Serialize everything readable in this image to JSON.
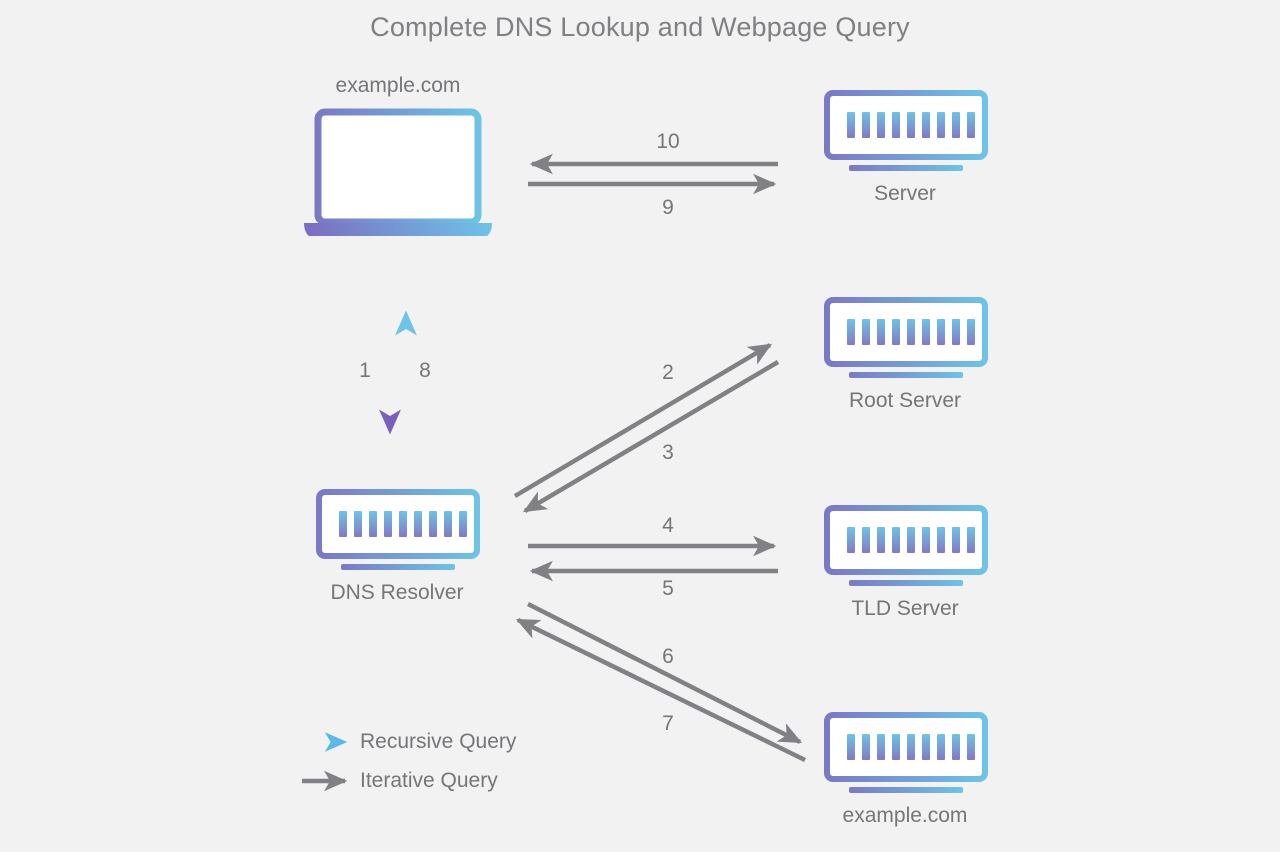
{
  "page": {
    "title": "Complete DNS Lookup and Webpage Query",
    "background_color": "#f2f2f2",
    "text_color": "#75757a",
    "gradient_start": "#7b79c4",
    "gradient_end": "#6ec3e6",
    "arrow_gray": "#808085"
  },
  "nodes": [
    {
      "id": "client",
      "label": "example.com",
      "icon": "laptop-icon",
      "label_position": "above"
    },
    {
      "id": "server",
      "label": "Server",
      "icon": "server-icon",
      "label_position": "below"
    },
    {
      "id": "root-server",
      "label": "Root Server",
      "icon": "server-icon",
      "label_position": "below"
    },
    {
      "id": "dns-resolver",
      "label": "DNS Resolver",
      "icon": "server-icon",
      "label_position": "below"
    },
    {
      "id": "tld-server",
      "label": "TLD Server",
      "icon": "server-icon",
      "label_position": "below"
    },
    {
      "id": "authoritative-server",
      "label": "example.com",
      "icon": "server-icon",
      "label_position": "below"
    }
  ],
  "steps": [
    {
      "number": "1",
      "from": "client",
      "to": "dns-resolver",
      "kind": "recursive",
      "direction": "down"
    },
    {
      "number": "2",
      "from": "dns-resolver",
      "to": "root-server",
      "kind": "iterative",
      "direction": "up-right"
    },
    {
      "number": "3",
      "from": "root-server",
      "to": "dns-resolver",
      "kind": "iterative",
      "direction": "down-left"
    },
    {
      "number": "4",
      "from": "dns-resolver",
      "to": "tld-server",
      "kind": "iterative",
      "direction": "right"
    },
    {
      "number": "5",
      "from": "tld-server",
      "to": "dns-resolver",
      "kind": "iterative",
      "direction": "left"
    },
    {
      "number": "6",
      "from": "dns-resolver",
      "to": "authoritative-server",
      "kind": "iterative",
      "direction": "down-right"
    },
    {
      "number": "7",
      "from": "authoritative-server",
      "to": "dns-resolver",
      "kind": "iterative",
      "direction": "up-left"
    },
    {
      "number": "8",
      "from": "dns-resolver",
      "to": "client",
      "kind": "recursive",
      "direction": "up"
    },
    {
      "number": "9",
      "from": "client",
      "to": "server",
      "kind": "iterative",
      "direction": "right"
    },
    {
      "number": "10",
      "from": "server",
      "to": "client",
      "kind": "iterative",
      "direction": "left"
    }
  ],
  "legend": [
    {
      "id": "recursive",
      "label": "Recursive Query",
      "style": "gradient-arrow"
    },
    {
      "id": "iterative",
      "label": "Iterative Query",
      "style": "gray-arrow"
    }
  ]
}
